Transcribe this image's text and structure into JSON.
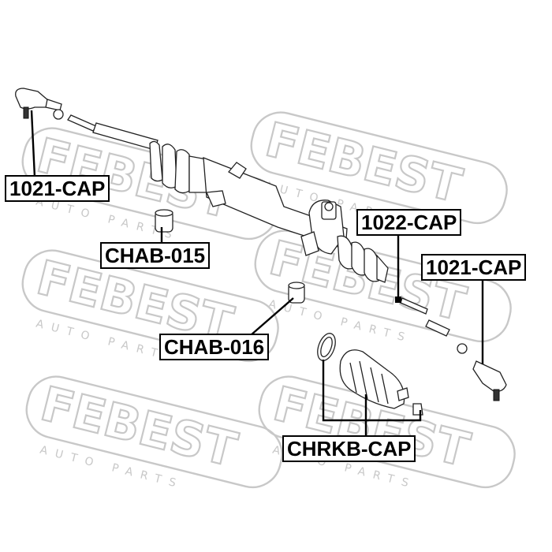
{
  "watermark": {
    "brand": "FEBEST",
    "tagline": "AUTO PARTS"
  },
  "callouts": {
    "tie_rod_end_left": "1021-CAP",
    "tie_rod_end_right": "1021-CAP",
    "rack_bushing_015": "CHAB-015",
    "rack_bushing_016": "CHAB-016",
    "inner_tie_rod": "1022-CAP",
    "boot_kit": "CHRKB-CAP"
  },
  "colors": {
    "watermark": "#c8c8c8",
    "lines": "#000000",
    "background": "#ffffff"
  }
}
